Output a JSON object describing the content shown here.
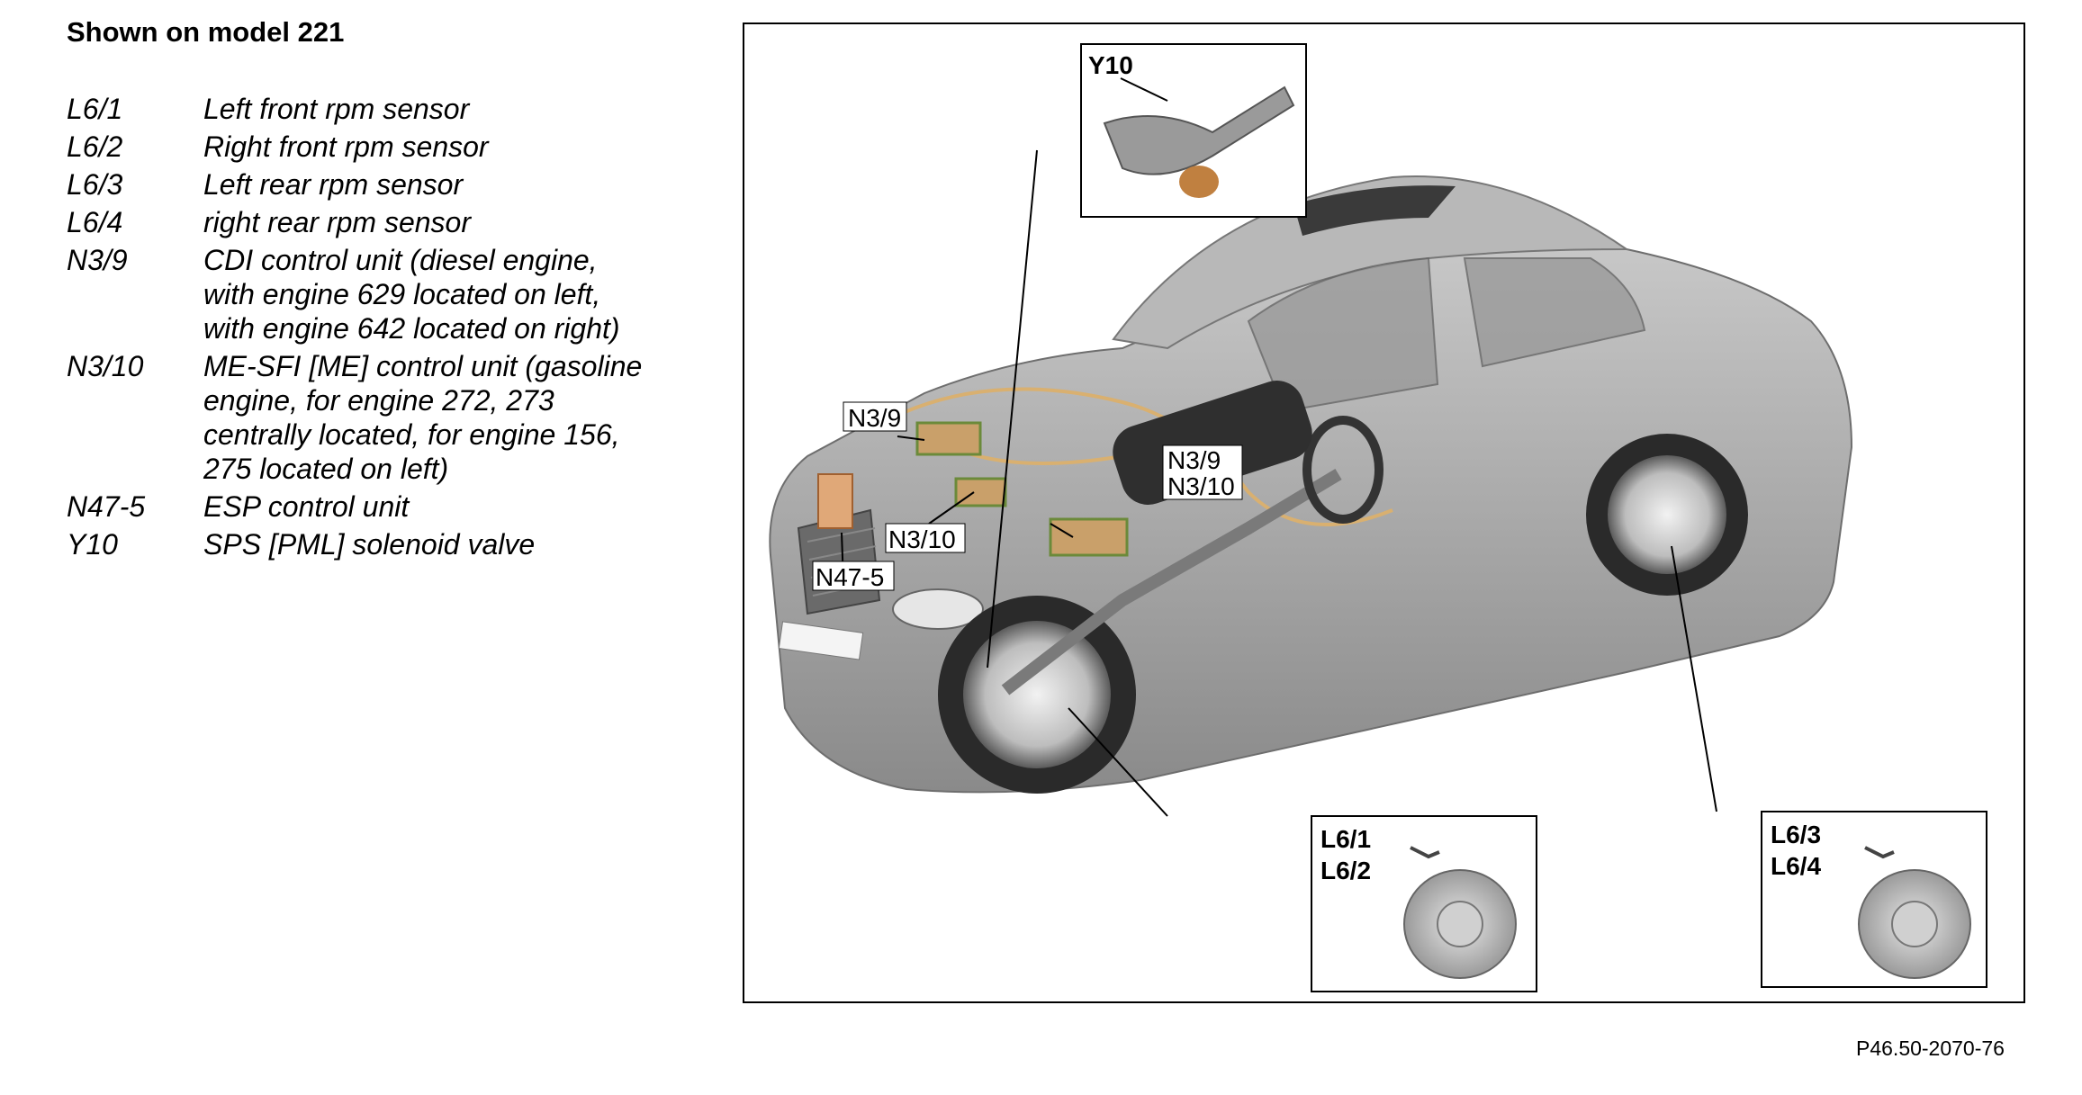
{
  "heading": "Shown on model 221",
  "legend": [
    {
      "code": "L6/1",
      "desc": "Left front rpm sensor"
    },
    {
      "code": "L6/2",
      "desc": "Right front rpm sensor"
    },
    {
      "code": "L6/3",
      "desc": "Left rear rpm sensor"
    },
    {
      "code": "L6/4",
      "desc": "right rear rpm sensor"
    },
    {
      "code": "N3/9",
      "desc": "CDI control unit (diesel engine,\nwith engine 629 located on left,\nwith engine 642 located on right)"
    },
    {
      "code": "N3/10",
      "desc": "ME-SFI [ME] control unit (gasoline\nengine, for engine 272, 273\ncentrally located, for engine 156,\n275 located on left)"
    },
    {
      "code": "N47-5",
      "desc": "ESP control unit"
    },
    {
      "code": "Y10",
      "desc": "SPS [PML] solenoid valve"
    }
  ],
  "callouts": {
    "n3_9_left": "N3/9",
    "n3_9_right": "N3/9",
    "n3_10_right": "N3/10",
    "n3_10_lower": "N3/10",
    "n47_5": "N47-5"
  },
  "insets": {
    "y10": "Y10",
    "front_top": "L6/1",
    "front_bottom": "L6/2",
    "rear_top": "L6/3",
    "rear_bottom": "L6/4"
  },
  "figure_code": "P46.50-2070-76",
  "colors": {
    "car_body": "#a9a9a9",
    "control_unit": "#c9a06a",
    "esp_unit": "#e0a878",
    "wiring": "#d9b070"
  }
}
